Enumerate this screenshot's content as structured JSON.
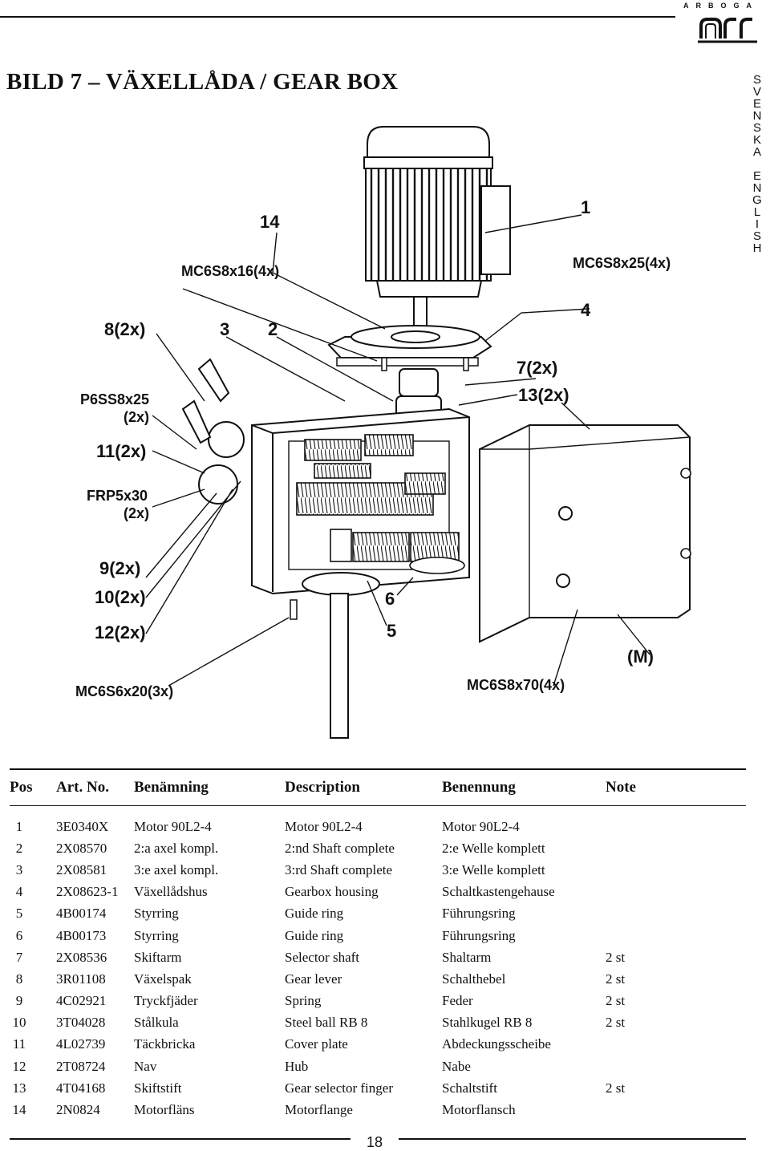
{
  "header": {
    "brand": "ARBOGA",
    "title": "BILD 7 – VÄXELLÅDA / GEAR BOX",
    "lang_svenska": "SVENSKA",
    "lang_english": "ENGLISH"
  },
  "diagram": {
    "callouts": {
      "c14": "14",
      "c1": "1",
      "mc6s8x16": "MC6S8x16(4x)",
      "mc6s8x25": "MC6S8x25(4x)",
      "c8": "8(2x)",
      "c3": "3",
      "c2": "2",
      "c4": "4",
      "c7": "7(2x)",
      "c13": "13(2x)",
      "p6ss8x25": "P6SS8x25",
      "p6ss8x25_qty": "(2x)",
      "c11": "11(2x)",
      "frp5x30": "FRP5x30",
      "frp5x30_qty": "(2x)",
      "c9": "9(2x)",
      "c10": "10(2x)",
      "c6": "6",
      "c12": "12(2x)",
      "c5": "5",
      "cm": "(M)",
      "mc6s6x20": "MC6S6x20(3x)",
      "mc6s8x70": "MC6S8x70(4x)"
    }
  },
  "table": {
    "headers": [
      "Pos",
      "Art. No.",
      "Benämning",
      "Description",
      "Benennung",
      "Note"
    ],
    "rows": [
      [
        "1",
        "3E0340X",
        "Motor 90L2-4",
        "Motor 90L2-4",
        "Motor 90L2-4",
        ""
      ],
      [
        "2",
        "2X08570",
        "2:a axel kompl.",
        "2:nd Shaft complete",
        "2:e Welle komplett",
        ""
      ],
      [
        "3",
        "2X08581",
        "3:e axel kompl.",
        "3:rd Shaft complete",
        "3:e Welle komplett",
        ""
      ],
      [
        "4",
        "2X08623-1",
        "Växellådshus",
        "Gearbox housing",
        "Schaltkastengehause",
        ""
      ],
      [
        "5",
        "4B00174",
        "Styrring",
        "Guide ring",
        "Führungsring",
        ""
      ],
      [
        "6",
        "4B00173",
        "Styrring",
        "Guide ring",
        "Führungsring",
        ""
      ],
      [
        "7",
        "2X08536",
        "Skiftarm",
        "Selector shaft",
        "Shaltarm",
        "2 st"
      ],
      [
        "8",
        "3R01108",
        "Växelspak",
        "Gear lever",
        "Schalthebel",
        "2 st"
      ],
      [
        "9",
        "4C02921",
        "Tryckfjäder",
        "Spring",
        "Feder",
        "2 st"
      ],
      [
        "10",
        "3T04028",
        "Stålkula",
        "Steel ball RB 8",
        "Stahlkugel RB 8",
        "2 st"
      ],
      [
        "11",
        "4L02739",
        "Täckbricka",
        "Cover plate",
        "Abdeckungsscheibe",
        ""
      ],
      [
        "12",
        "2T08724",
        "Nav",
        "Hub",
        "Nabe",
        ""
      ],
      [
        "13",
        "4T04168",
        "Skiftstift",
        "Gear selector finger",
        "Schaltstift",
        "2 st"
      ],
      [
        "14",
        "2N0824",
        "Motorfläns",
        "Motorflange",
        "Motorflansch",
        ""
      ]
    ]
  },
  "footer": {
    "page": "18"
  }
}
